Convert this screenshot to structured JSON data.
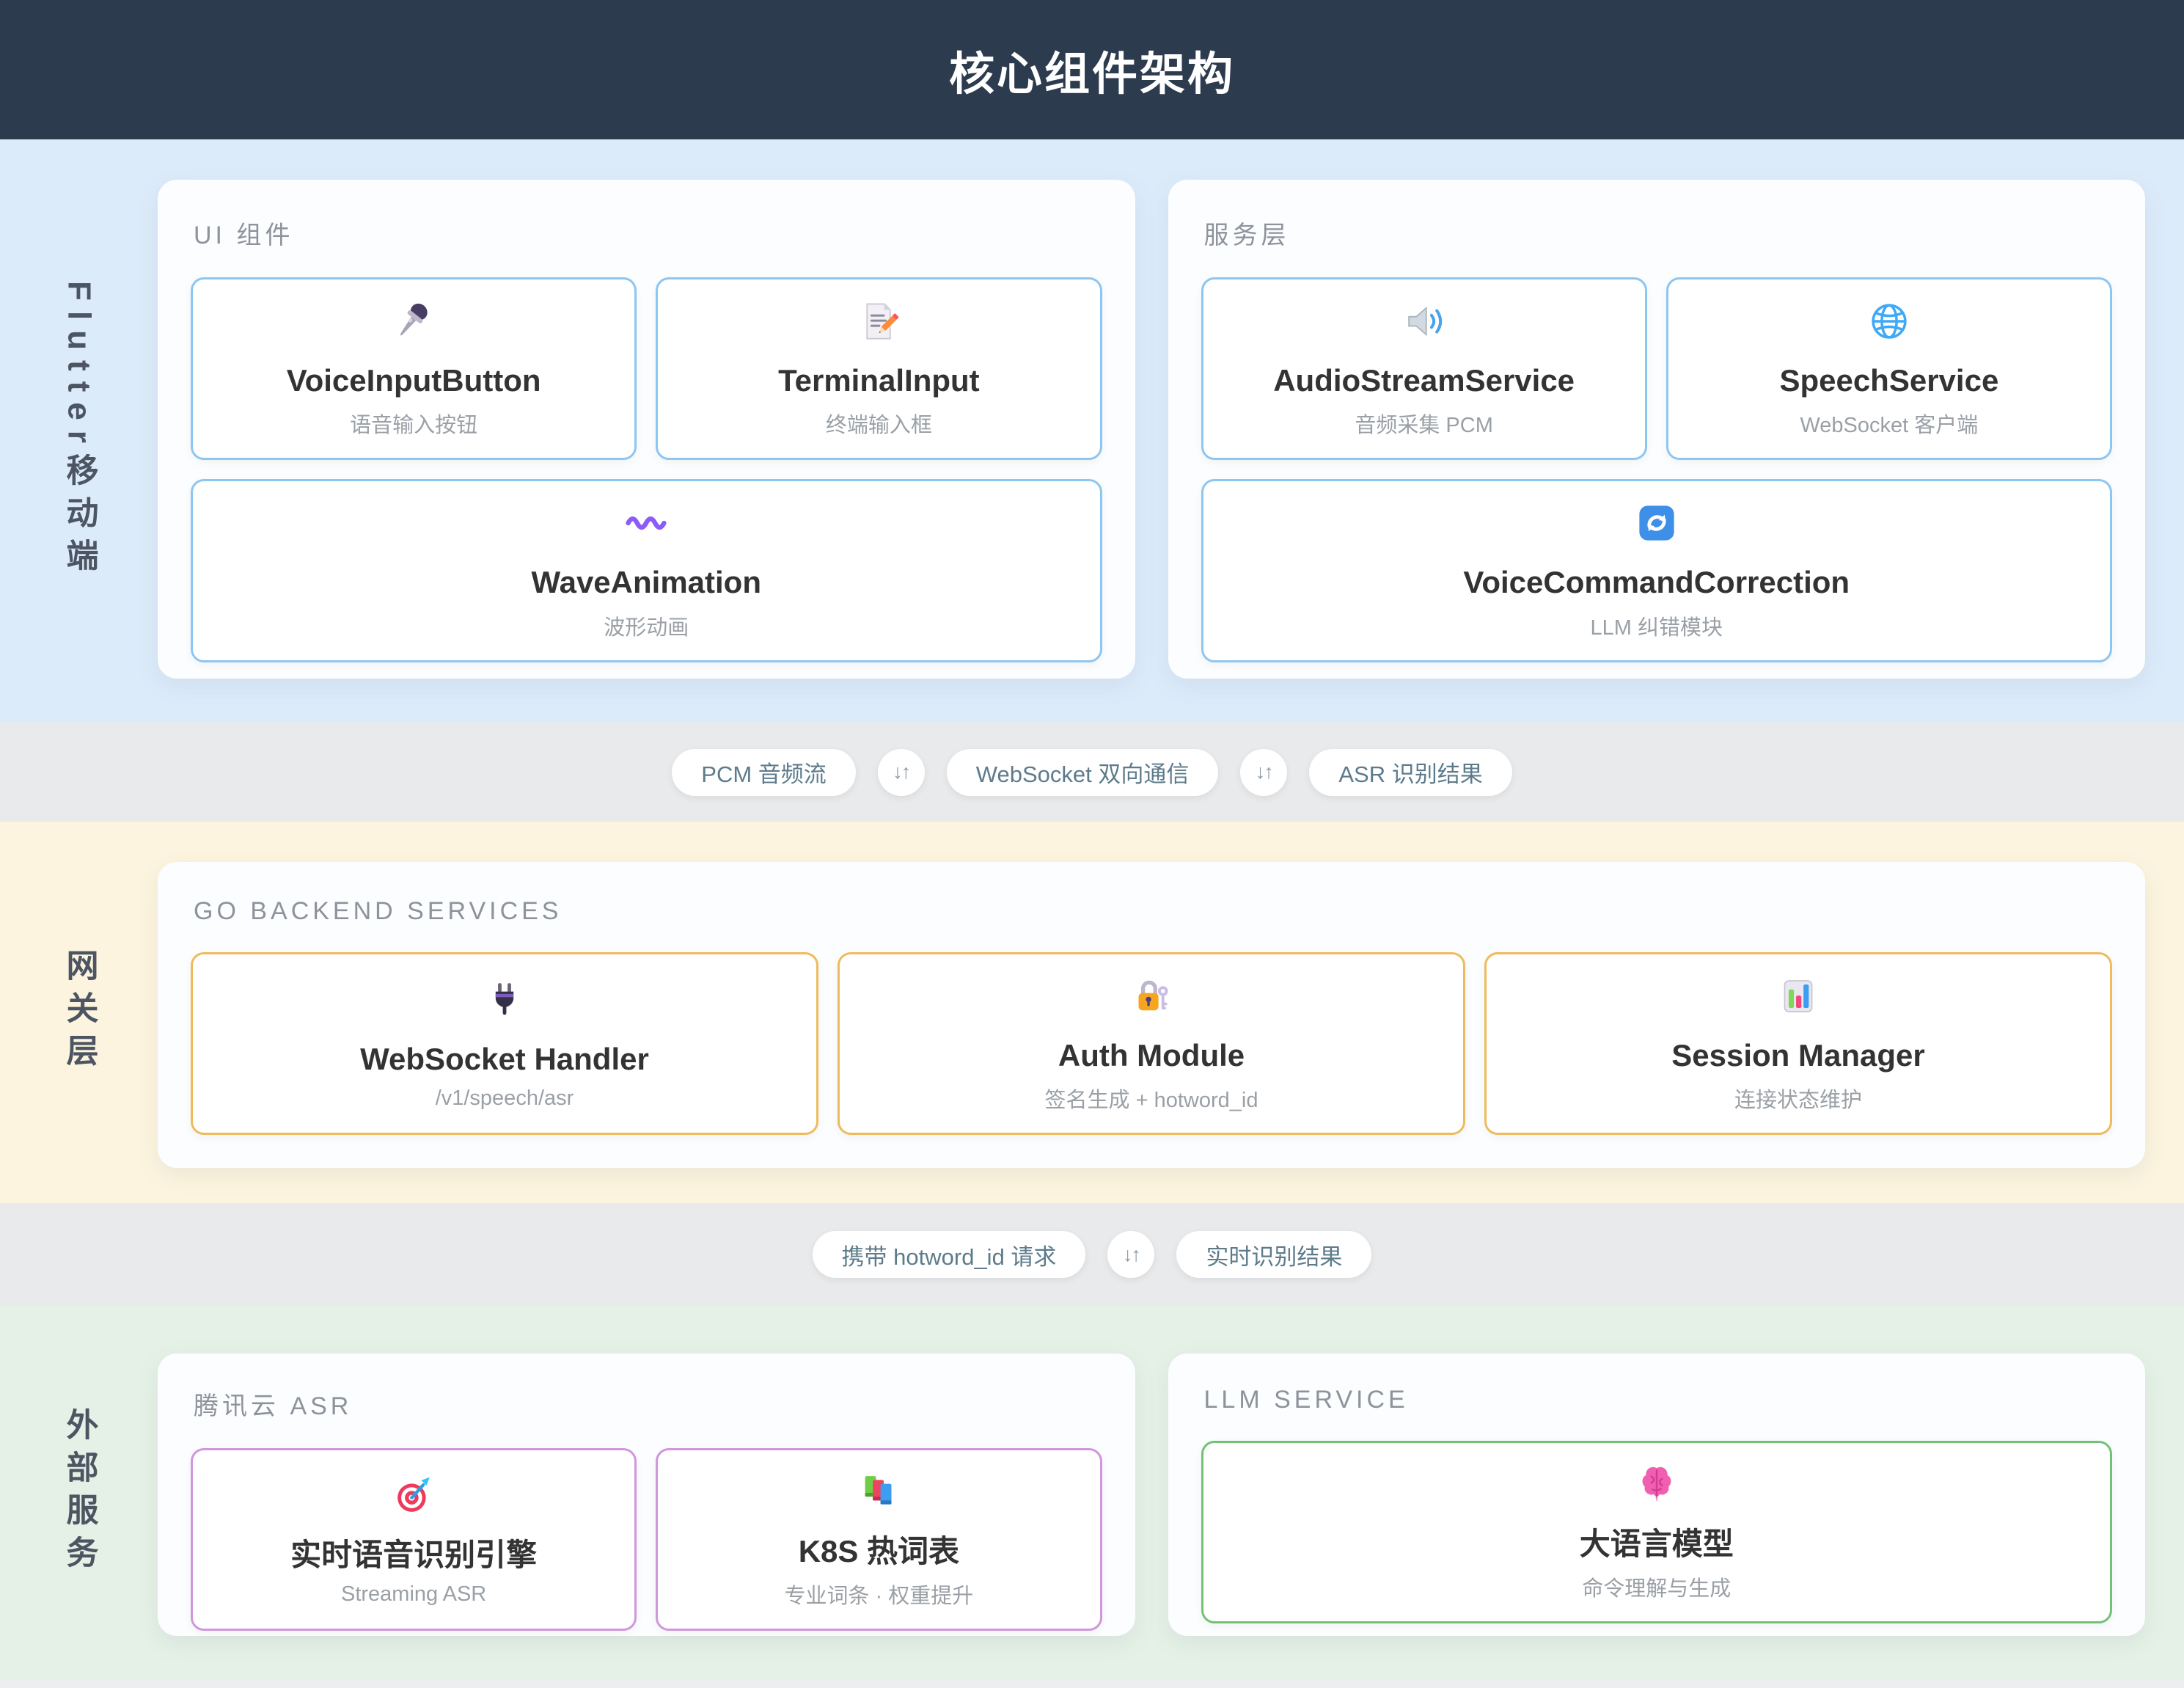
{
  "header": {
    "title": "核心组件架构"
  },
  "colors": {
    "header_bg": "#2d3b4f",
    "flutter_bg": "#dcebfa",
    "gateway_bg": "#fcf4de",
    "external_bg": "#e5f1e6",
    "connector_bg": "#e8eaec",
    "flutter_accent": "#8ec6f2",
    "gateway_accent": "#f0ba5e",
    "tencent_accent": "#cf97dc",
    "llm_accent": "#72c276"
  },
  "flutter": {
    "label": "Flutter移动端",
    "ui_panel": {
      "title": "UI 组件",
      "cards": [
        {
          "icon": "microphone-icon",
          "name": "VoiceInputButton",
          "desc": "语音输入按钮"
        },
        {
          "icon": "memo-pencil-icon",
          "name": "TerminalInput",
          "desc": "终端输入框"
        },
        {
          "icon": "wave-icon",
          "name": "WaveAnimation",
          "desc": "波形动画",
          "span": 2
        }
      ]
    },
    "service_panel": {
      "title": "服务层",
      "cards": [
        {
          "icon": "speaker-sound-icon",
          "name": "AudioStreamService",
          "desc": "音频采集 PCM"
        },
        {
          "icon": "globe-icon",
          "name": "SpeechService",
          "desc": "WebSocket 客户端"
        },
        {
          "icon": "arrows-cycle-icon",
          "name": "VoiceCommandCorrection",
          "desc": "LLM 纠错模块",
          "span": 2
        }
      ]
    }
  },
  "connectors": {
    "arrow": "↓↑",
    "row1": [
      "PCM 音频流",
      "WebSocket 双向通信",
      "ASR 识别结果"
    ],
    "row2": [
      "携带 hotword_id 请求",
      "实时识别结果"
    ]
  },
  "gateway": {
    "label": "网关层",
    "panel": {
      "title": "GO BACKEND SERVICES",
      "cards": [
        {
          "icon": "plug-icon",
          "name": "WebSocket Handler",
          "desc": "/v1/speech/asr"
        },
        {
          "icon": "lock-key-icon",
          "name": "Auth Module",
          "desc": "签名生成 + hotword_id"
        },
        {
          "icon": "bar-chart-icon",
          "name": "Session Manager",
          "desc": "连接状态维护"
        }
      ]
    }
  },
  "external": {
    "label": "外部服务",
    "tencent_panel": {
      "title": "腾讯云 ASR",
      "cards": [
        {
          "icon": "target-icon",
          "name": "实时语音识别引擎",
          "desc": "Streaming ASR"
        },
        {
          "icon": "books-icon",
          "name": "K8S 热词表",
          "desc": "专业词条 · 权重提升"
        }
      ]
    },
    "llm_panel": {
      "title": "LLM SERVICE",
      "cards": [
        {
          "icon": "brain-icon",
          "name": "大语言模型",
          "desc": "命令理解与生成"
        }
      ]
    }
  }
}
